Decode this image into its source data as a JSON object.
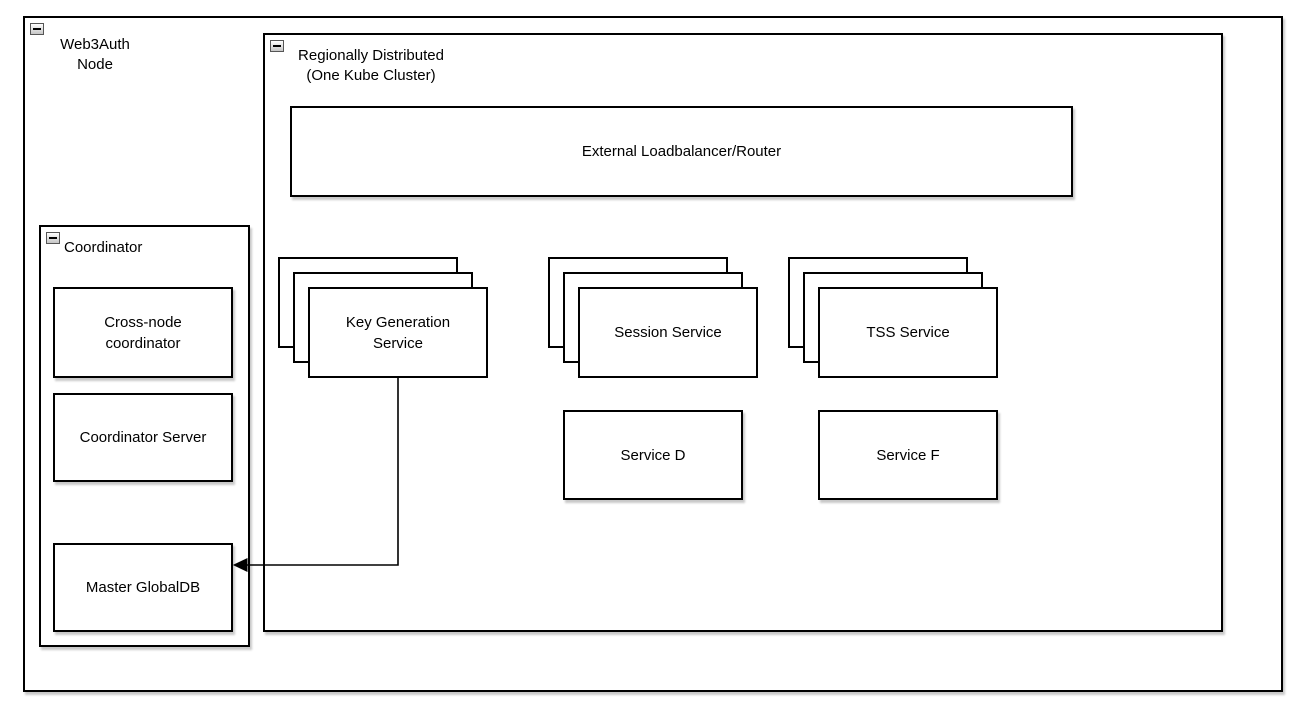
{
  "diagram": {
    "colors": {
      "stroke": "#000000",
      "fill": "#ffffff",
      "shadow": "rgba(0,0,0,0.22)",
      "collapse_icon_bg": "#c6c6c6"
    },
    "icons": {
      "collapse": "minus-square-icon"
    },
    "nodes": {
      "web3auth": {
        "line1": "Web3Auth",
        "line2": "Node"
      },
      "region": {
        "line1": "Regionally Distributed",
        "line2": "(One Kube Cluster)"
      },
      "loadbalancer": {
        "label": "External Loadbalancer/Router"
      },
      "keygen": {
        "line1": "Key Generation",
        "line2": "Service"
      },
      "session": {
        "label": "Session Service"
      },
      "tss": {
        "label": "TSS Service"
      },
      "service_d": {
        "label": "Service D"
      },
      "service_f": {
        "label": "Service F"
      },
      "coordinator": {
        "label": "Coordinator"
      },
      "cross_node": {
        "line1": "Cross-node",
        "line2": "coordinator"
      },
      "coord_server": {
        "label": "Coordinator Server"
      },
      "master_db": {
        "label": "Master GlobalDB"
      }
    },
    "edges": [
      {
        "from": "Key Generation Service",
        "to": "Master GlobalDB",
        "style": "orthogonal",
        "arrow": "left-filled"
      }
    ]
  }
}
